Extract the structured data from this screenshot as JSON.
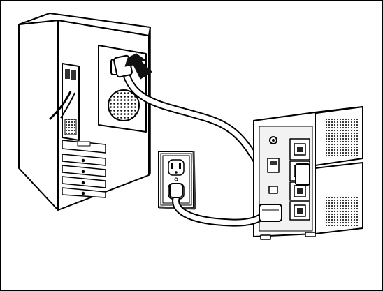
{
  "diagram": {
    "components": [
      {
        "id": "computer-tower",
        "kind": "pc-case"
      },
      {
        "id": "wall-outlet",
        "kind": "duplex-receptacle"
      },
      {
        "id": "ups-unit",
        "kind": "uninterruptible-power-supply"
      }
    ],
    "connections": [
      {
        "from": "ups-unit",
        "to": "computer-tower",
        "kind": "iec-power-cord"
      },
      {
        "from": "ups-unit",
        "to": "wall-outlet",
        "kind": "mains-plug-cord"
      }
    ],
    "arrow": {
      "icon": "black-arrow",
      "points_to": "computer-power-inlet"
    },
    "colors": {
      "line": "#000000",
      "fill": "#ffffff",
      "shade": "#3a3a3a",
      "plate": "#f2f2f2"
    }
  }
}
